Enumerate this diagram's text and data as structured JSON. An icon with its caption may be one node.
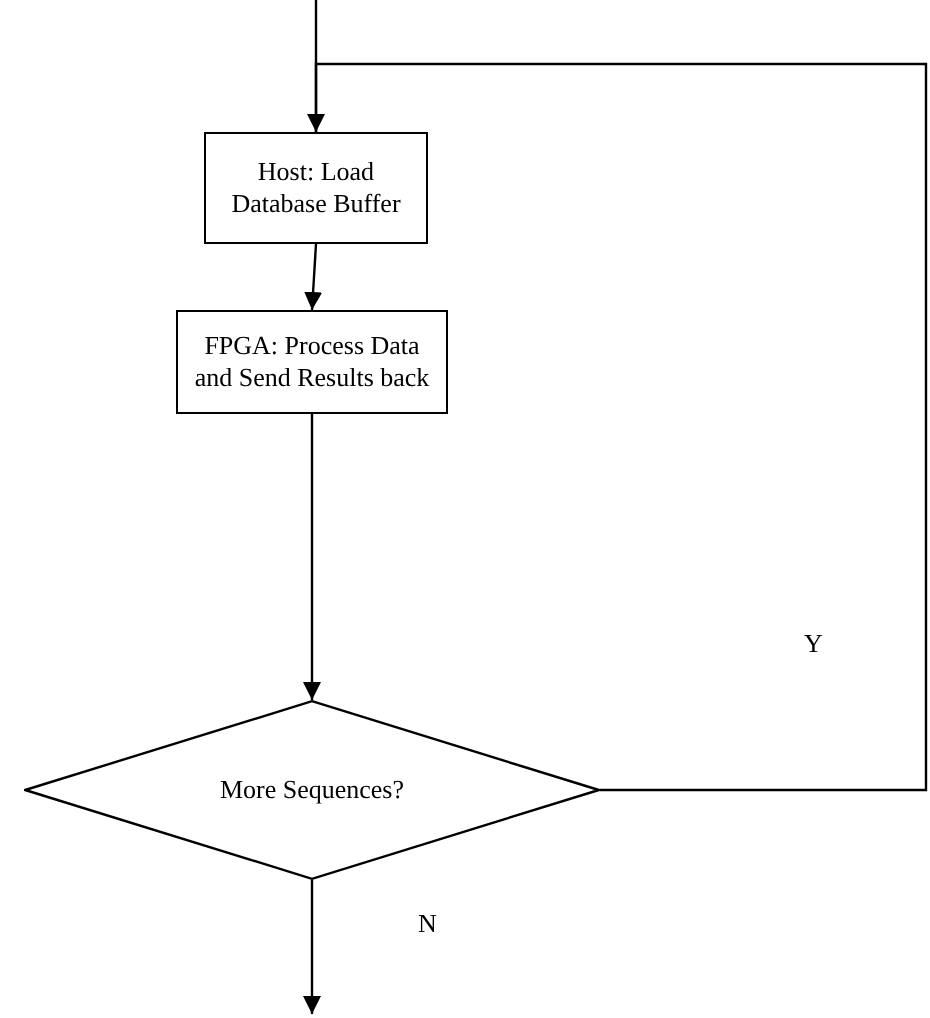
{
  "diagram": {
    "nodes": [
      {
        "text": [
          "Host: Load Database Buffer"
        ]
      },
      {
        "text": [
          "FPGA: Process Data and Send Results back"
        ]
      },
      {
        "text": [
          "More Sequences?"
        ]
      }
    ],
    "edges": [
      {
        "from": null,
        "to": 0,
        "arrow": "to"
      },
      {
        "from": 0,
        "to": 1,
        "arrow": "to"
      },
      {
        "from": 1,
        "to": 2,
        "arrow": "to"
      },
      {
        "from": 2,
        "to": 0,
        "arrow": "none",
        "label": "Y"
      },
      {
        "from": 2,
        "to": null,
        "arrow": "to",
        "label": "N"
      }
    ]
  }
}
